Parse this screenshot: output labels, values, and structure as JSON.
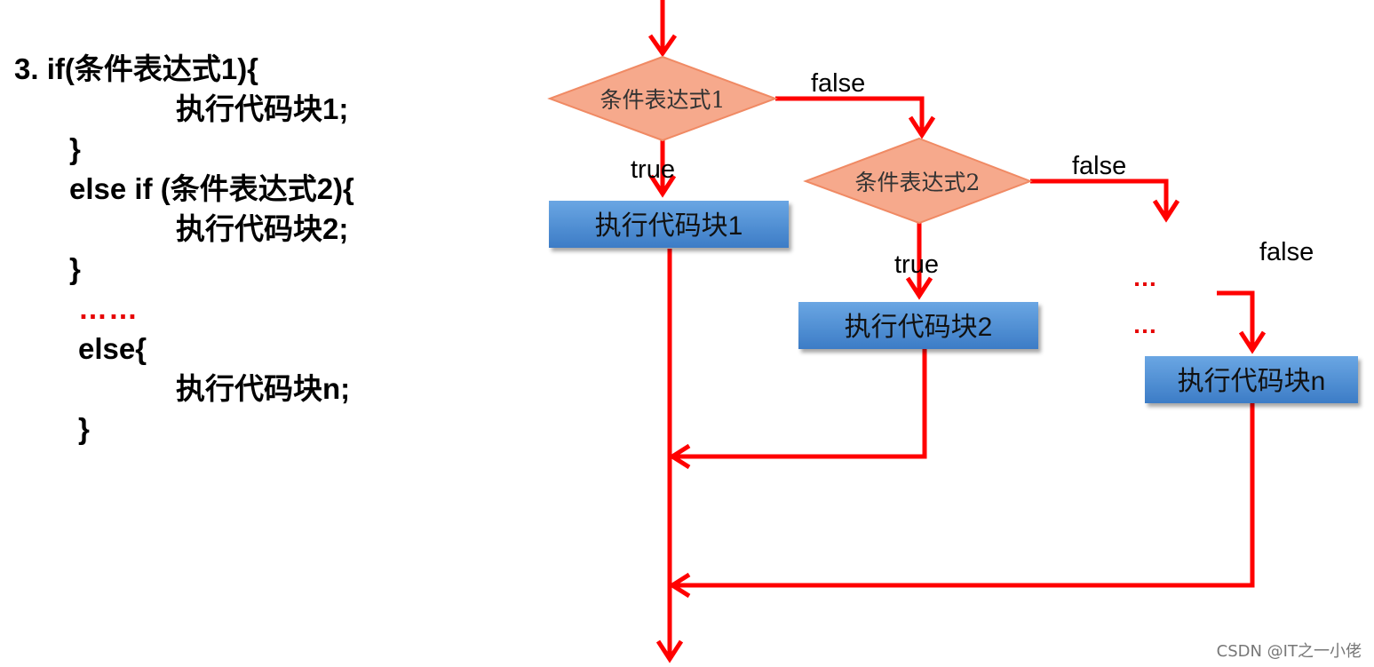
{
  "code": {
    "line1": "3.  if(条件表达式1){",
    "line2": "执行代码块1;",
    "line3": "}",
    "line4": "else if (条件表达式2){",
    "line5": "执行代码块2;",
    "line6": "}",
    "line7": "……",
    "line8": "else{",
    "line9": "执行代码块n;",
    "line10": "}"
  },
  "flow": {
    "cond1": "条件表达式1",
    "cond2": "条件表达式2",
    "block1": "执行代码块1",
    "block2": "执行代码块2",
    "blockn": "执行代码块n",
    "false1": "false",
    "false2": "false",
    "false3": "false",
    "true1": "true",
    "true2": "true",
    "ellipsis1": "…",
    "ellipsis2": "…"
  },
  "colors": {
    "arrow": "#ff0000",
    "diamond_fill": "#f6a98c",
    "box_fill": "#4f8fd2"
  },
  "watermark": "CSDN @IT之一小佬"
}
